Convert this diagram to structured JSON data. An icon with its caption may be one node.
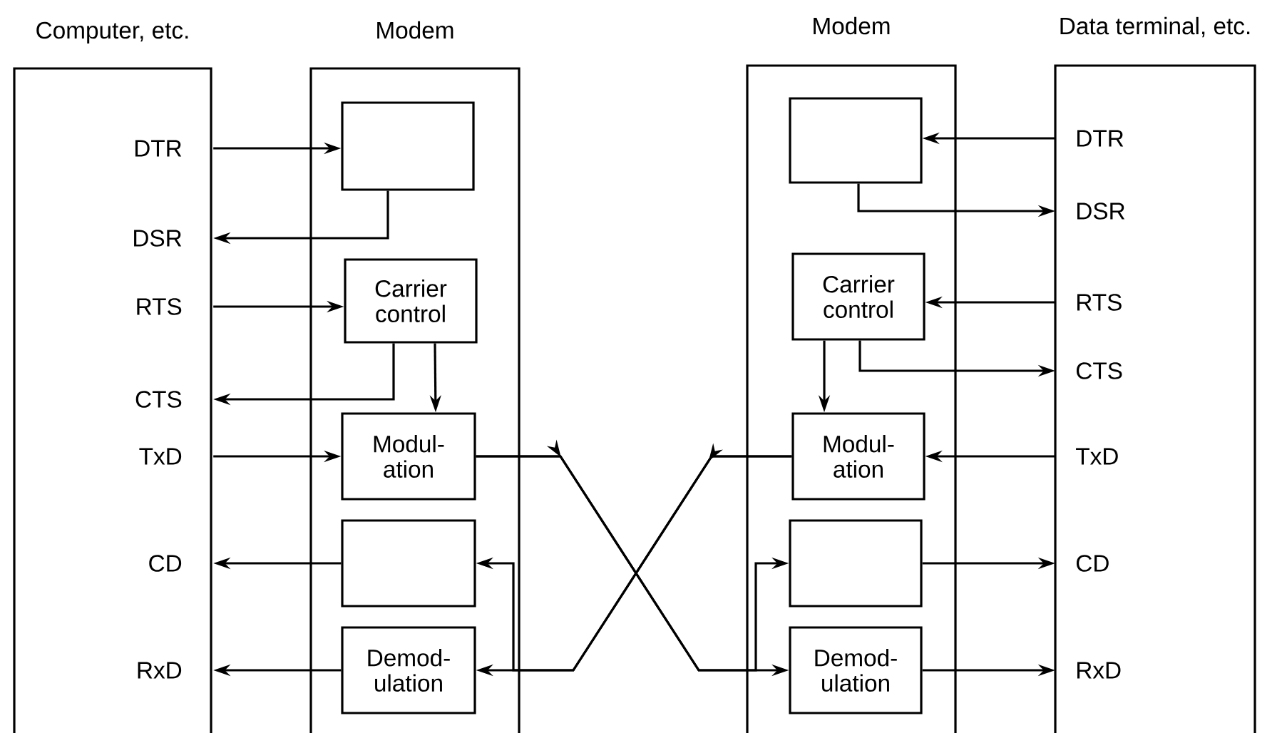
{
  "diagram": {
    "nodes": [
      {
        "text": [
          "Computer, etc."
        ]
      },
      {
        "text": [
          "DTR"
        ],
        "in": 0
      },
      {
        "text": [
          "DSR"
        ],
        "in": 0
      },
      {
        "text": [
          "RTS"
        ],
        "in": 0
      },
      {
        "text": [
          "CTS"
        ],
        "in": 0
      },
      {
        "text": [
          "TxD"
        ],
        "in": 0
      },
      {
        "text": [
          "CD"
        ],
        "in": 0
      },
      {
        "text": [
          "RxD"
        ],
        "in": 0
      },
      {
        "text": [
          "Modem"
        ]
      },
      {
        "text": [],
        "shape": "box",
        "in": 8
      },
      {
        "text": [
          "Carrier control"
        ],
        "in": 8
      },
      {
        "text": [
          "Modul- ation"
        ],
        "in": 8
      },
      {
        "text": [],
        "shape": "box",
        "in": 8
      },
      {
        "text": [
          "Demod- ulation"
        ],
        "in": 8
      },
      {
        "text": [
          "Modem"
        ]
      },
      {
        "text": [],
        "shape": "box",
        "in": 14
      },
      {
        "text": [
          "Carrier control"
        ],
        "in": 14
      },
      {
        "text": [
          "Modul- ation"
        ],
        "in": 14
      },
      {
        "text": [],
        "shape": "box",
        "in": 14
      },
      {
        "text": [
          "Demod- ulation"
        ],
        "in": 14
      },
      {
        "text": [
          "Data terminal, etc."
        ]
      },
      {
        "text": [
          "DTR"
        ],
        "in": 20
      },
      {
        "text": [
          "DSR"
        ],
        "in": 20
      },
      {
        "text": [
          "RTS"
        ],
        "in": 20
      },
      {
        "text": [
          "CTS"
        ],
        "in": 20
      },
      {
        "text": [
          "TxD"
        ],
        "in": 20
      },
      {
        "text": [
          "CD"
        ],
        "in": 20
      },
      {
        "text": [
          "RxD"
        ],
        "in": 20
      }
    ],
    "edges": [
      {
        "from": 1,
        "to": 9,
        "arrow": "to"
      },
      {
        "from": 9,
        "to": 2,
        "arrow": "to"
      },
      {
        "from": 3,
        "to": 10,
        "arrow": "to"
      },
      {
        "from": 10,
        "to": 4,
        "arrow": "to"
      },
      {
        "from": 10,
        "to": 11,
        "arrow": "to"
      },
      {
        "from": 5,
        "to": 11,
        "arrow": "to"
      },
      {
        "from": 12,
        "to": 6,
        "arrow": "to"
      },
      {
        "from": 13,
        "to": 7,
        "arrow": "to"
      },
      {
        "from": 11,
        "to": 19,
        "arrow": "to"
      },
      {
        "from": 11,
        "to": 18,
        "arrow": "to"
      },
      {
        "from": 17,
        "to": 13,
        "arrow": "to"
      },
      {
        "from": 17,
        "to": 12,
        "arrow": "to"
      },
      {
        "from": 21,
        "to": 15,
        "arrow": "to"
      },
      {
        "from": 15,
        "to": 22,
        "arrow": "to"
      },
      {
        "from": 23,
        "to": 16,
        "arrow": "to"
      },
      {
        "from": 16,
        "to": 24,
        "arrow": "to"
      },
      {
        "from": 16,
        "to": 17,
        "arrow": "to"
      },
      {
        "from": 25,
        "to": 17,
        "arrow": "to"
      },
      {
        "from": 18,
        "to": 26,
        "arrow": "to"
      },
      {
        "from": 19,
        "to": 27,
        "arrow": "to"
      }
    ]
  }
}
